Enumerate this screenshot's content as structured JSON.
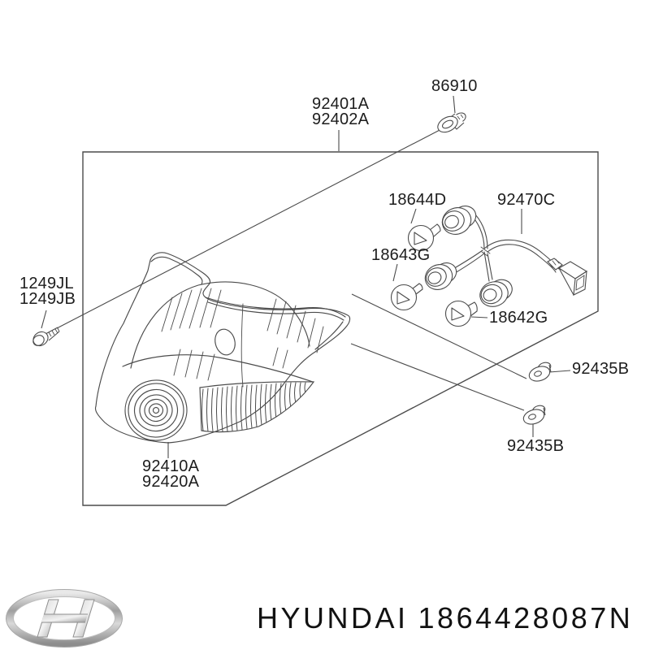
{
  "colors": {
    "background": "#ffffff",
    "line": "#4b4b4b",
    "label_text": "#1d1d1d",
    "footer_text": "#121212",
    "logo_silver": "#b9b9b9"
  },
  "diagram": {
    "part_labels": {
      "assembly_1": "92401A",
      "assembly_2": "92402A",
      "screw_top": "86910",
      "bulb_top": "18644D",
      "harness": "92470C",
      "bulb_middle": "18643G",
      "bulb_bottom": "18642G",
      "screw_left_1": "1249JL",
      "screw_left_2": "1249JB",
      "grommet_upper": "92435B",
      "grommet_lower": "92435B",
      "lamp_1": "92410A",
      "lamp_2": "92420A"
    }
  },
  "footer": {
    "brand": "HYUNDAI",
    "part_number": "1864428087N"
  }
}
